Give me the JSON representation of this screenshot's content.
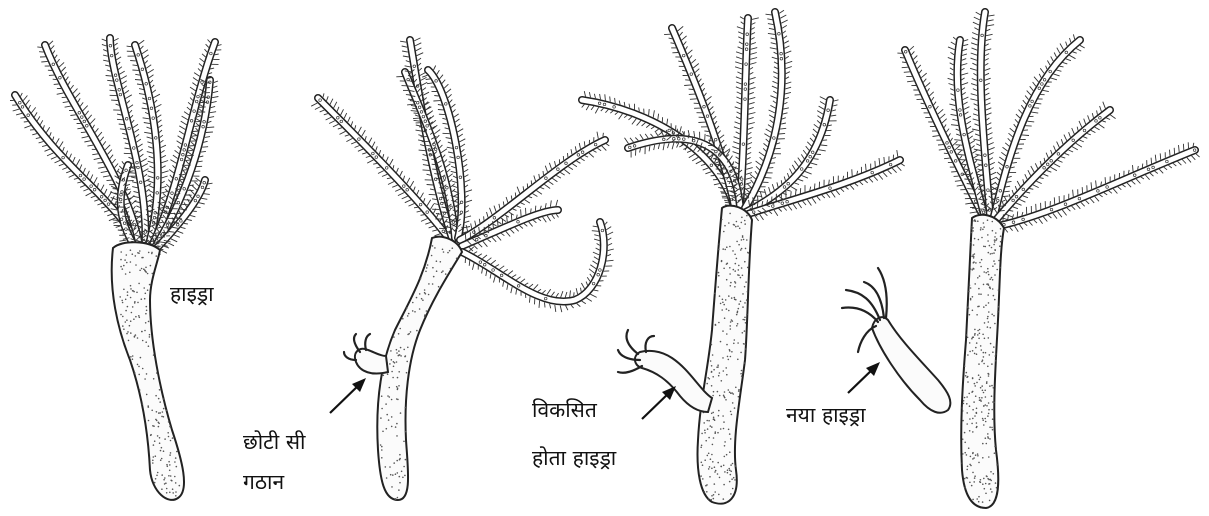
{
  "labels": {
    "hydra": "हाइड्रा",
    "small_bud_line1": "छोटी सी",
    "small_bud_line2": "गठान",
    "developing_line1": "विकसित",
    "developing_line2": "होता हाइड्रा",
    "new_hydra": "नया हाइड्रा"
  },
  "colors": {
    "ink": "#222222",
    "body_fill": "#fbfbfb",
    "background": "#ffffff"
  },
  "stages": [
    "stage-1-adult-hydra",
    "stage-2-small-bud",
    "stage-3-developing-bud",
    "stage-4-detached-new-hydra"
  ]
}
